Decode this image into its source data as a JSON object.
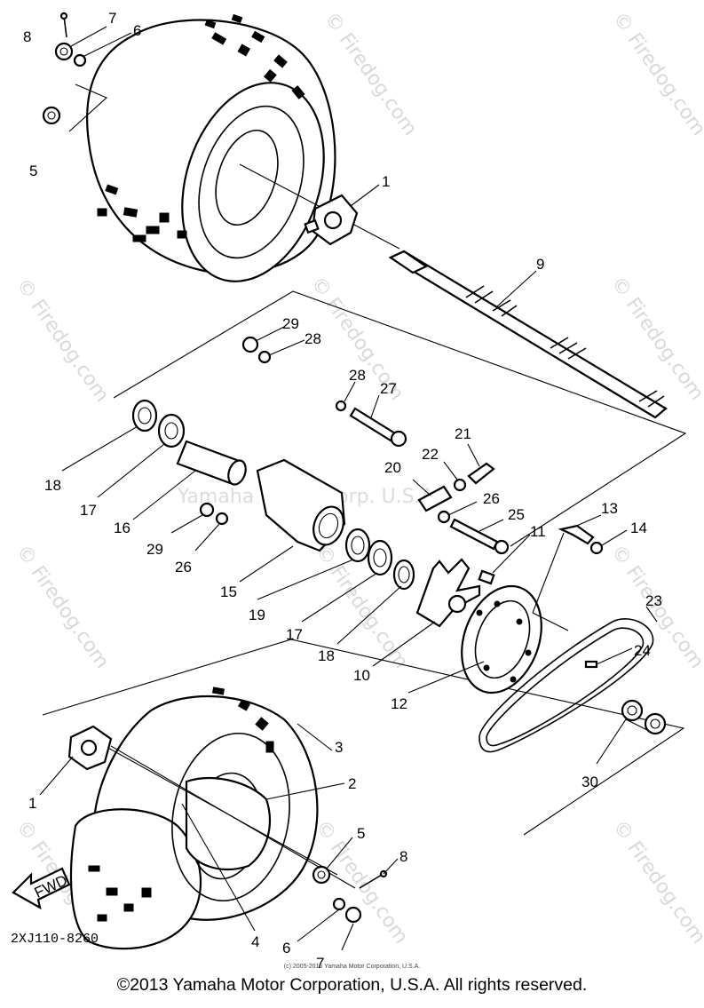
{
  "watermark": {
    "site": "© Firedog.com",
    "center": "Yamaha Motor Corp. U.S.A."
  },
  "diagram_code": "2XJ110-8260",
  "fwd_label": "FWD",
  "small_credit": "(c) 2005-2015 Yamaha Motor Corporation, U.S.A.",
  "copyright": "©2013 Yamaha Motor Corporation, U.S.A. All rights reserved.",
  "callouts": {
    "c1_top": "1",
    "c5_top": "5",
    "c6_top": "6",
    "c7_top": "7",
    "c8_top": "8",
    "c9": "9",
    "c29_a": "29",
    "c28_a": "28",
    "c28_b": "28",
    "c27": "27",
    "c18_a": "18",
    "c17_a": "17",
    "c16": "16",
    "c29_b": "29",
    "c26_a": "26",
    "c15": "15",
    "c20": "20",
    "c22": "22",
    "c21": "21",
    "c26_b": "26",
    "c25": "25",
    "c11": "11",
    "c13": "13",
    "c14": "14",
    "c19": "19",
    "c17_b": "17",
    "c18_b": "18",
    "c10": "10",
    "c12": "12",
    "c23": "23",
    "c24": "24",
    "c30": "30",
    "c3": "3",
    "c2": "2",
    "c1_bot": "1",
    "c5_bot": "5",
    "c8_bot": "8",
    "c4": "4",
    "c6_bot": "6",
    "c7_bot": "7"
  }
}
